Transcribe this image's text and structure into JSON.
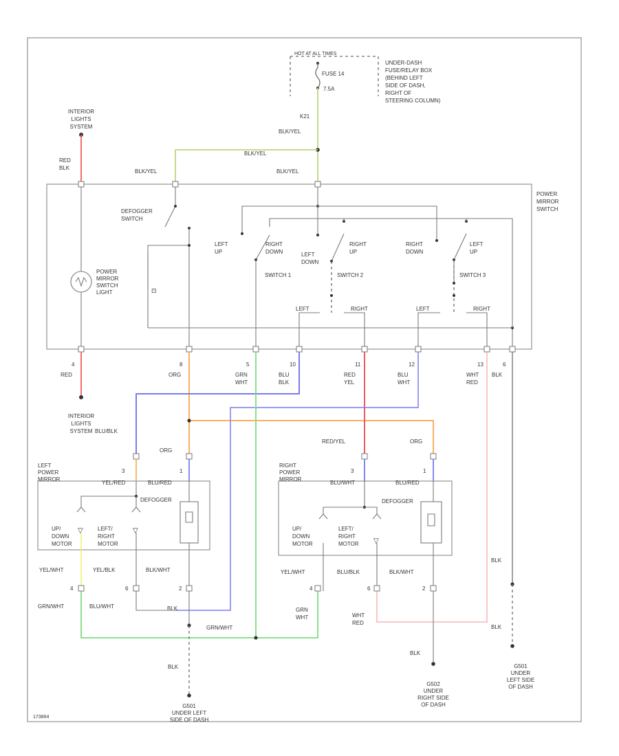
{
  "colors": {
    "red": "#f25a5a",
    "green_yellow": "#bcd67a",
    "orange": "#f7b060",
    "blue": "#7a7af0",
    "green": "#7ddc7d",
    "pink": "#f4a8a8",
    "yellow": "#f0f070",
    "wire_gray": "#6e6e6e"
  },
  "header": {
    "hot_at_all_times": "HOT AT ALL TIMES",
    "fuse_label": "FUSE 14",
    "fuse_amps": "7.5A",
    "fuse_box_note": [
      "UNDER-DASH",
      "FUSE/RELAY BOX",
      "(BEHIND LEFT",
      "SIDE OF DASH,",
      "RIGHT OF",
      "STEERING COLUMN)"
    ],
    "feed_pin": "K21",
    "feed_color": "BLK/YEL"
  },
  "interior_lights_top": [
    "INTERIOR",
    "LIGHTS",
    "SYSTEM"
  ],
  "interior_lights_bottom": [
    "INTERIOR",
    "LIGHTS",
    "SYSTEM"
  ],
  "power_mirror_switch": {
    "name": [
      "POWER",
      "MIRROR",
      "SWITCH"
    ],
    "defogger_switch": [
      "DEFOGGER",
      "SWITCH"
    ],
    "light": [
      "POWER",
      "MIRROR",
      "SWITCH",
      "LIGHT"
    ],
    "switch1": "SWITCH 1",
    "switch2": "SWITCH 2",
    "switch3": "SWITCH 3",
    "left_up": [
      "LEFT",
      "UP"
    ],
    "right_down": [
      "RIGHT",
      "DOWN"
    ],
    "left_down": [
      "LEFT",
      "DOWN"
    ],
    "right_up": [
      "RIGHT",
      "UP"
    ],
    "right_down_2": [
      "RIGHT",
      "DOWN"
    ],
    "left_up_2": [
      "LEFT",
      "UP"
    ],
    "left": "LEFT",
    "right": "RIGHT",
    "left_2": "LEFT",
    "right_2": "RIGHT",
    "pins": [
      {
        "pin": "4",
        "color": [
          "RED"
        ]
      },
      {
        "pin": "8",
        "color": [
          "ORG"
        ]
      },
      {
        "pin": "5",
        "color": [
          "GRN",
          "WHT"
        ]
      },
      {
        "pin": "10",
        "color": [
          "BLU",
          "BLK"
        ]
      },
      {
        "pin": "11",
        "color": [
          "RED",
          "YEL"
        ]
      },
      {
        "pin": "12",
        "color": [
          "BLU",
          "WHT"
        ]
      },
      {
        "pin": "13",
        "color": [
          "WHT",
          "RED"
        ]
      },
      {
        "pin": "6",
        "color": [
          "BLK"
        ]
      }
    ]
  },
  "wires": {
    "red_blk": [
      "RED",
      "BLK"
    ],
    "blk_yel_1": "BLK/YEL",
    "blk_yel_2": "BLK/YEL",
    "blk_yel_3": "BLK/YEL",
    "blu_blk": "BLU/BLK",
    "org_left": "ORG",
    "red_yel": "RED/YEL",
    "org_right": "ORG",
    "grn_wht_mid": "GRN/WHT",
    "grn_wht_left": "GRN/WHT",
    "grn_wht_right": [
      "GRN",
      "WHT"
    ],
    "blu_wht_left": "BLU/WHT",
    "wht_red": [
      "WHT",
      "RED"
    ],
    "blk_left": "BLK",
    "blk_bottom": "BLK",
    "blk_right_g502": "BLK",
    "blk_right_1": "BLK",
    "blk_right_2": "BLK"
  },
  "left_mirror": {
    "name": [
      "LEFT",
      "POWER",
      "MIRROR"
    ],
    "pin3": "3",
    "pin1": "1",
    "pin4": "4",
    "pin6": "6",
    "pin2": "2",
    "yel_red": "YEL/RED",
    "blu_red": "BLU/RED",
    "defogger": "DEFOGGER",
    "updown_motor": [
      "UP/",
      "DOWN",
      "MOTOR"
    ],
    "leftright_motor": [
      "LEFT/",
      "RIGHT",
      "MOTOR"
    ],
    "yel_wht": "YEL/WHT",
    "yel_blk": "YEL/BLK",
    "blk_wht": "BLK/WHT"
  },
  "right_mirror": {
    "name": [
      "RIGHT",
      "POWER",
      "MIRROR"
    ],
    "pin3": "3",
    "pin1": "1",
    "pin4": "4",
    "pin6": "6",
    "pin2": "2",
    "blu_wht": "BLU/WHT",
    "blu_red": "BLU/RED",
    "defogger": "DEFOGGER",
    "updown_motor": [
      "UP/",
      "DOWN",
      "MOTOR"
    ],
    "leftright_motor": [
      "LEFT/",
      "RIGHT",
      "MOTOR"
    ],
    "yel_wht": "YEL/WHT",
    "blu_blk": "BLU/BLK",
    "blk_wht": "BLK/WHT"
  },
  "grounds": {
    "g501": [
      "G501",
      "UNDER LEFT",
      "SIDE OF DASH"
    ],
    "g502": [
      "G502",
      "UNDER",
      "RIGHT SIDE",
      "OF DASH"
    ],
    "g301": [
      "G501",
      "UNDER",
      "LEFT SIDE",
      "OF DASH"
    ]
  },
  "figure_id": "173864"
}
